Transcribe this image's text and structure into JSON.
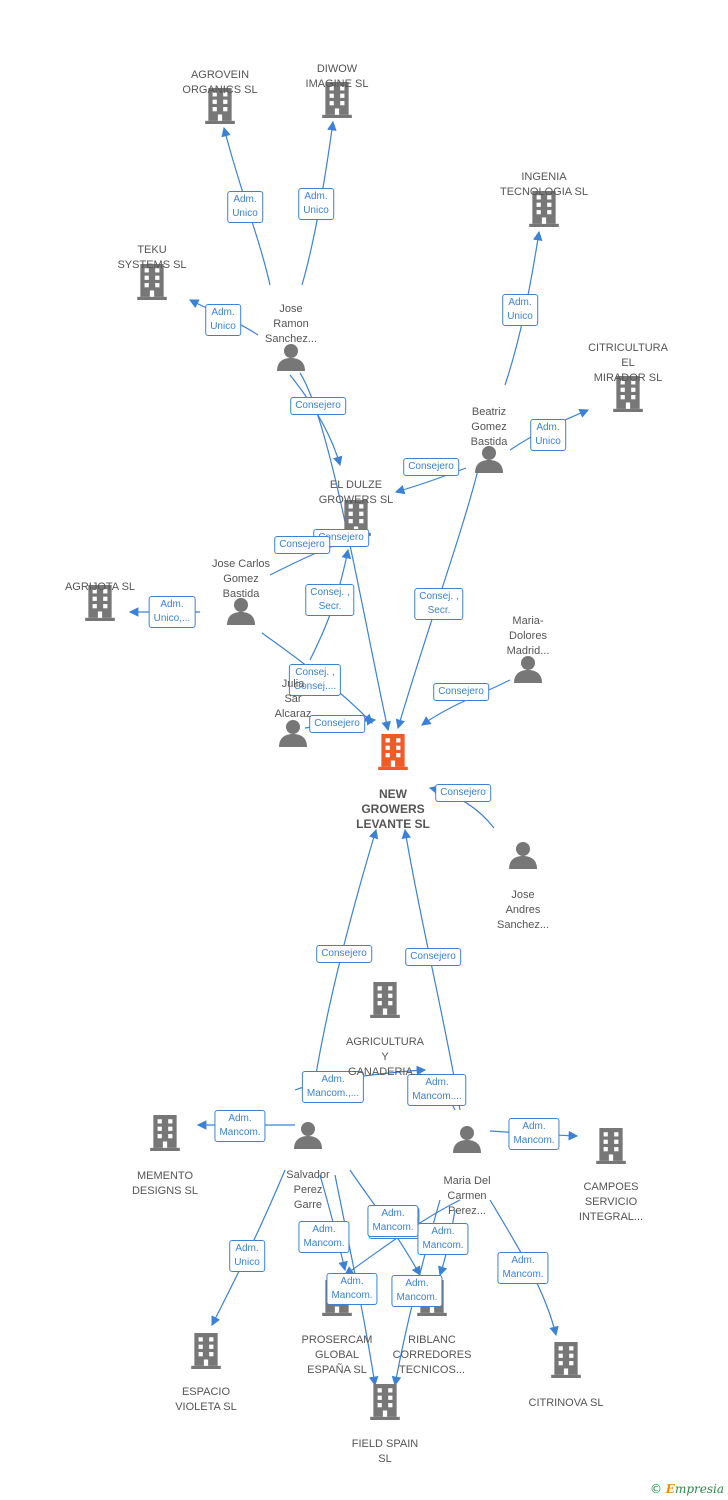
{
  "nodes": {
    "agrovein": {
      "label": [
        "AGROVEIN",
        "ORGANICS  SL"
      ],
      "type": "company"
    },
    "diwow": {
      "label": [
        "DIWOW",
        "IMAGINE SL"
      ],
      "type": "company"
    },
    "ingenia": {
      "label": [
        "INGENIA",
        "TECNOLOGIA SL"
      ],
      "type": "company"
    },
    "teku": {
      "label": [
        "TEKU",
        "SYSTEMS  SL"
      ],
      "type": "company"
    },
    "joseramon": {
      "label": [
        "Jose",
        "Ramon",
        "Sanchez..."
      ],
      "type": "person"
    },
    "citricultura": {
      "label": [
        "CITRICULTURA",
        "EL",
        "MIRADOR  SL"
      ],
      "type": "company"
    },
    "beatriz": {
      "label": [
        "Beatriz",
        "Gomez",
        "Bastida"
      ],
      "type": "person"
    },
    "eldulze": {
      "label": [
        "EL DULZE",
        "GROWERS  SL"
      ],
      "type": "company"
    },
    "josecarlos": {
      "label": [
        "Jose Carlos",
        "Gomez",
        "Bastida"
      ],
      "type": "person"
    },
    "agrijota": {
      "label": [
        "AGRIJOTA  SL"
      ],
      "type": "company"
    },
    "mariadolores": {
      "label": [
        "Maria-",
        "Dolores",
        "Madrid..."
      ],
      "type": "person"
    },
    "julian": {
      "label": [
        "Julia",
        "Sar",
        "Alcaraz"
      ],
      "type": "person"
    },
    "newgrowers": {
      "label": [
        "NEW",
        "GROWERS",
        "LEVANTE  SL"
      ],
      "type": "main"
    },
    "joseandres": {
      "label": [
        "Jose",
        "Andres",
        "Sanchez..."
      ],
      "type": "person"
    },
    "agricultura": {
      "label": [
        "AGRICULTURA",
        "Y",
        "GANADERIA..."
      ],
      "type": "company"
    },
    "memento": {
      "label": [
        "MEMENTO",
        "DESIGNS  SL"
      ],
      "type": "company"
    },
    "salvador": {
      "label": [
        "Salvador",
        "Perez",
        "Garre"
      ],
      "type": "person"
    },
    "mariacarmen": {
      "label": [
        "Maria Del",
        "Carmen",
        "Perez..."
      ],
      "type": "person"
    },
    "campoes": {
      "label": [
        "CAMPOES",
        "SERVICIO",
        "INTEGRAL..."
      ],
      "type": "company"
    },
    "prosercam": {
      "label": [
        "PROSERCAM",
        "GLOBAL",
        "ESPAÑA  SL"
      ],
      "type": "company"
    },
    "riblanc": {
      "label": [
        "RIBLANC",
        "CORREDORES",
        "TECNICOS..."
      ],
      "type": "company"
    },
    "espacio": {
      "label": [
        "ESPACIO",
        "VIOLETA  SL"
      ],
      "type": "company"
    },
    "citrinova": {
      "label": [
        "CITRINOVA SL"
      ],
      "type": "company"
    },
    "fieldspain": {
      "label": [
        "FIELD SPAIN",
        "SL"
      ],
      "type": "company"
    }
  },
  "edges": [
    {
      "id": "e1",
      "label": [
        "Adm.",
        "Unico"
      ]
    },
    {
      "id": "e2",
      "label": [
        "Adm.",
        "Unico"
      ]
    },
    {
      "id": "e3",
      "label": [
        "Adm.",
        "Unico"
      ]
    },
    {
      "id": "e4",
      "label": [
        "Adm.",
        "Unico"
      ]
    },
    {
      "id": "e5",
      "label": [
        "Adm.",
        "Unico"
      ]
    },
    {
      "id": "e6",
      "label": [
        "Consejero"
      ]
    },
    {
      "id": "e7",
      "label": [
        "Consejero"
      ]
    },
    {
      "id": "e8",
      "label": [
        "Consejero"
      ]
    },
    {
      "id": "e9",
      "label": [
        "Consejero"
      ]
    },
    {
      "id": "e10",
      "label": [
        "Adm.",
        "Unico,..."
      ]
    },
    {
      "id": "e11",
      "label": [
        "Consej. ,",
        "Secr."
      ]
    },
    {
      "id": "e12",
      "label": [
        "Consej. ,",
        "Secr."
      ]
    },
    {
      "id": "e13",
      "label": [
        "Consej. ,",
        "Consej...."
      ]
    },
    {
      "id": "e14",
      "label": [
        "Consejero"
      ]
    },
    {
      "id": "e15",
      "label": [
        "Consejero"
      ]
    },
    {
      "id": "e16",
      "label": [
        "Consejero"
      ]
    },
    {
      "id": "e17",
      "label": [
        "Consejero"
      ]
    },
    {
      "id": "e18",
      "label": [
        "Consejero"
      ]
    },
    {
      "id": "e19",
      "label": [
        "Adm.",
        "Mancom.,..."
      ]
    },
    {
      "id": "e20",
      "label": [
        "Adm.",
        "Mancom...."
      ]
    },
    {
      "id": "e21",
      "label": [
        "Adm.",
        "Mancom."
      ]
    },
    {
      "id": "e22",
      "label": [
        "Adm.",
        "Mancom."
      ]
    },
    {
      "id": "e23",
      "label": [
        "Adm.",
        "Unico"
      ]
    },
    {
      "id": "e24",
      "label": [
        "Adm.",
        "Mancom."
      ]
    },
    {
      "id": "e25",
      "label": [
        "Adm.",
        "Mancom."
      ]
    },
    {
      "id": "e26",
      "label": [
        "Adm.",
        "Mancom."
      ]
    },
    {
      "id": "e27",
      "label": [
        "Adm.",
        "Mancom."
      ]
    },
    {
      "id": "e28",
      "label": [
        "Adm.",
        "Mancom."
      ]
    },
    {
      "id": "e29",
      "label": [
        "Adm.",
        "Mancom."
      ]
    },
    {
      "id": "e30",
      "label": [
        "Adm.",
        "Mancom."
      ]
    }
  ],
  "footer": {
    "copyright": "©",
    "brand_initial": "E",
    "brand_rest": "mpresia"
  },
  "colors": {
    "edge": "#3b82d6",
    "icon": "#777777",
    "main_icon": "#f05a28"
  }
}
